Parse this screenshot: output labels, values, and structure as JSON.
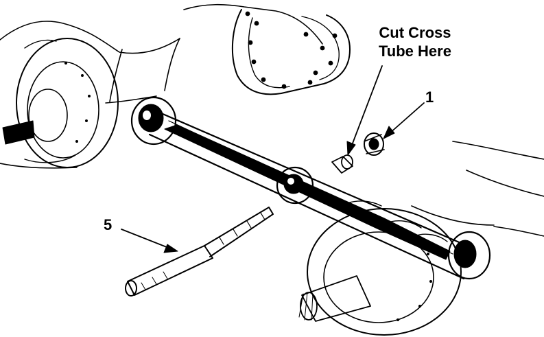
{
  "callouts": {
    "cut_line1": "Cut Cross",
    "cut_line2": "Tube Here",
    "item_1": "1",
    "item_5": "5"
  },
  "colors": {
    "ink": "#000000",
    "paper": "#ffffff"
  }
}
